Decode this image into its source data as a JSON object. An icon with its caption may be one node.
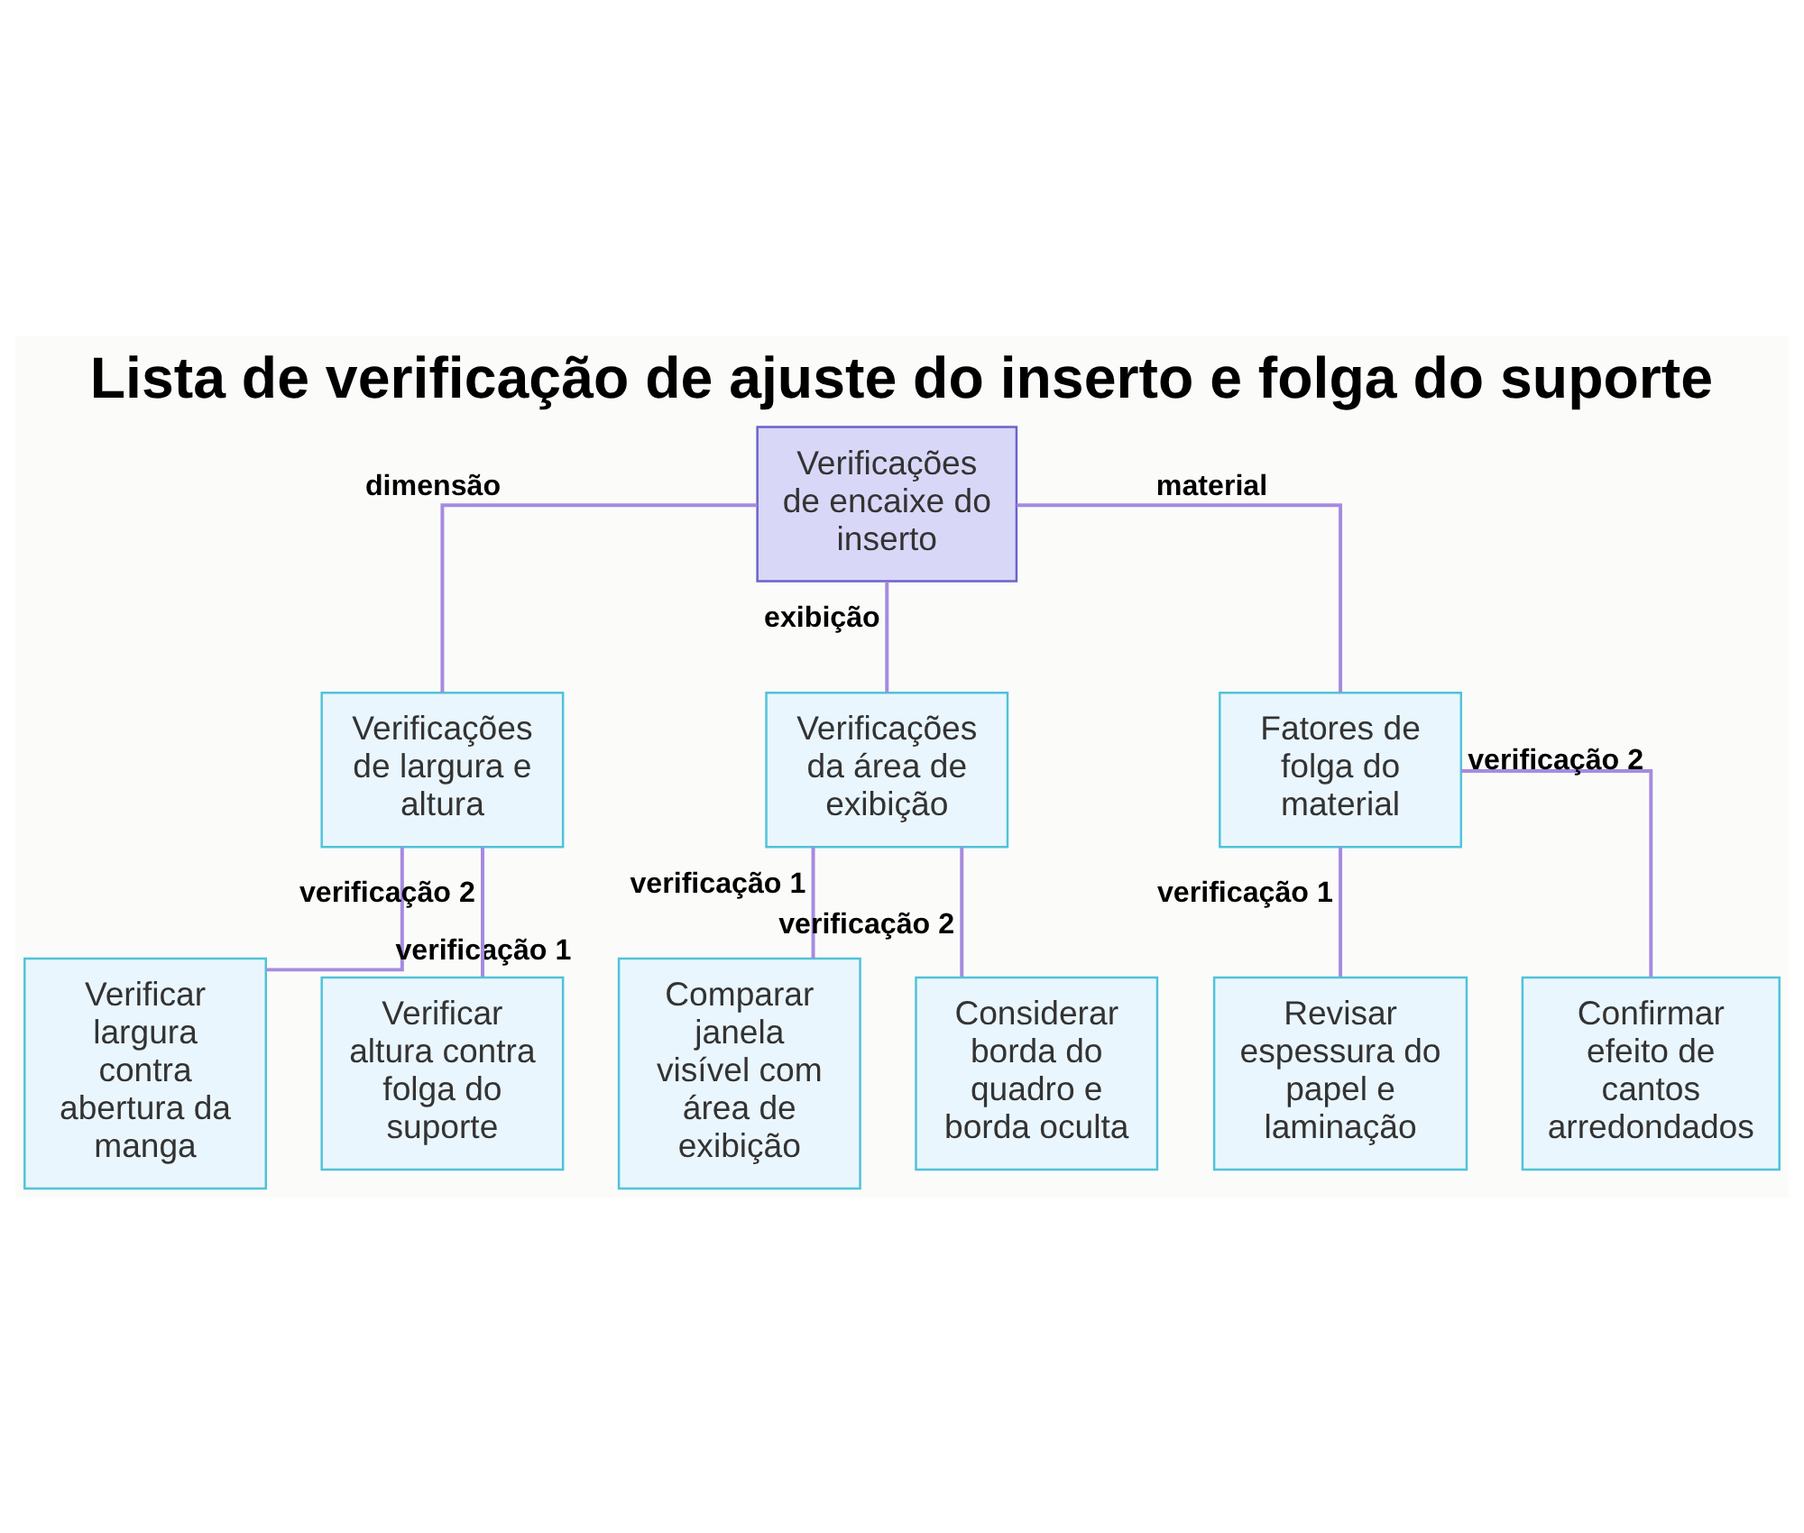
{
  "diagram": {
    "title": "Lista de verificação de ajuste do inserto e folga do suporte",
    "nodes": [
      {
        "text": [
          "Verificações de encaixe do inserto"
        ]
      },
      {
        "text": [
          "Verificações de largura e altura"
        ]
      },
      {
        "text": [
          "Verificações da área de exibição"
        ]
      },
      {
        "text": [
          "Fatores de folga do material"
        ]
      },
      {
        "text": [
          "Verificar largura contra abertura da manga"
        ]
      },
      {
        "text": [
          "Verificar altura contra folga do suporte"
        ]
      },
      {
        "text": [
          "Comparar janela visível com área de exibição"
        ]
      },
      {
        "text": [
          "Considerar borda do quadro e borda oculta"
        ]
      },
      {
        "text": [
          "Revisar espessura do papel e laminação"
        ]
      },
      {
        "text": [
          "Confirmar efeito de cantos arredondados"
        ]
      }
    ],
    "edges": [
      {
        "from": 0,
        "to": 1,
        "arrow": "none",
        "label": "dimensão"
      },
      {
        "from": 0,
        "to": 2,
        "arrow": "none",
        "label": "exibição"
      },
      {
        "from": 0,
        "to": 3,
        "arrow": "none",
        "label": "material"
      },
      {
        "from": 1,
        "to": 4,
        "arrow": "none",
        "label": "verificação 1"
      },
      {
        "from": 1,
        "to": 5,
        "arrow": "none",
        "label": "verificação 2"
      },
      {
        "from": 2,
        "to": 6,
        "arrow": "none",
        "label": "verificação 1"
      },
      {
        "from": 2,
        "to": 7,
        "arrow": "none",
        "label": "verificação 2"
      },
      {
        "from": 3,
        "to": 8,
        "arrow": "none",
        "label": "verificação 1"
      },
      {
        "from": 3,
        "to": 9,
        "arrow": "none",
        "label": "verificação 2"
      }
    ]
  }
}
